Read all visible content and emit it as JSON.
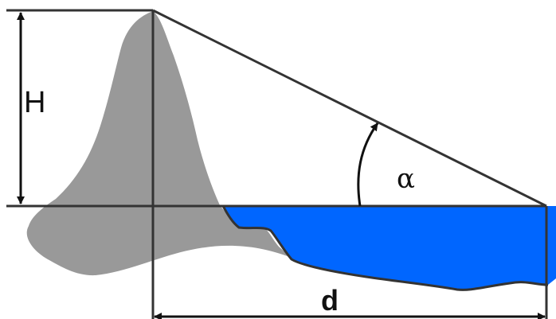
{
  "diagram": {
    "labels": {
      "height": "H",
      "angle": "α",
      "distance": "d"
    },
    "colors": {
      "mountain": "#999999",
      "water": "#0066ff",
      "lines": "#333333",
      "text": "#111111"
    }
  }
}
